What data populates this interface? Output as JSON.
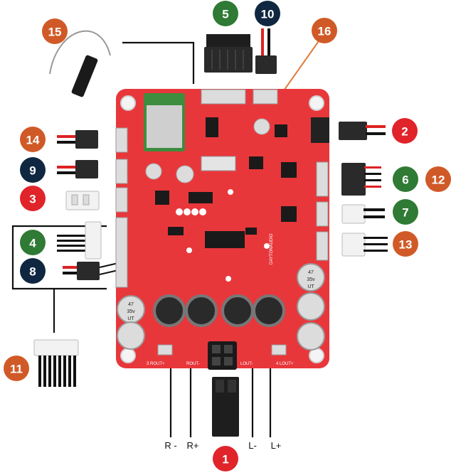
{
  "colors": {
    "red": "#e0242a",
    "orange": "#d05a27",
    "green": "#2f7a34",
    "navy": "#0f2740",
    "board": "#e8373b",
    "line": "#111111",
    "orange_line": "#e07a3a"
  },
  "badges": [
    {
      "id": "1",
      "label": "1",
      "color": "red"
    },
    {
      "id": "2",
      "label": "2",
      "color": "red"
    },
    {
      "id": "3",
      "label": "3",
      "color": "red"
    },
    {
      "id": "4",
      "label": "4",
      "color": "green"
    },
    {
      "id": "5",
      "label": "5",
      "color": "green"
    },
    {
      "id": "6",
      "label": "6",
      "color": "green"
    },
    {
      "id": "7",
      "label": "7",
      "color": "green"
    },
    {
      "id": "8",
      "label": "8",
      "color": "navy"
    },
    {
      "id": "9",
      "label": "9",
      "color": "navy"
    },
    {
      "id": "10",
      "label": "10",
      "color": "navy"
    },
    {
      "id": "11",
      "label": "11",
      "color": "orange"
    },
    {
      "id": "12",
      "label": "12",
      "color": "orange"
    },
    {
      "id": "13",
      "label": "13",
      "color": "orange"
    },
    {
      "id": "14",
      "label": "14",
      "color": "orange"
    },
    {
      "id": "15",
      "label": "15",
      "color": "orange"
    },
    {
      "id": "16",
      "label": "16",
      "color": "orange"
    }
  ],
  "speaker_wires": {
    "r_minus": "R -",
    "r_plus": "R+",
    "l_minus": "L-",
    "l_plus": "L+"
  },
  "board": {
    "brand": "DAYTONAUDIO",
    "output_labels": [
      "3 ROUT+",
      "ROUT-",
      "LOUT-",
      "4 LOUT+"
    ],
    "cap_value": "47",
    "cap_voltage": "35v",
    "cap_unit": "UT"
  }
}
